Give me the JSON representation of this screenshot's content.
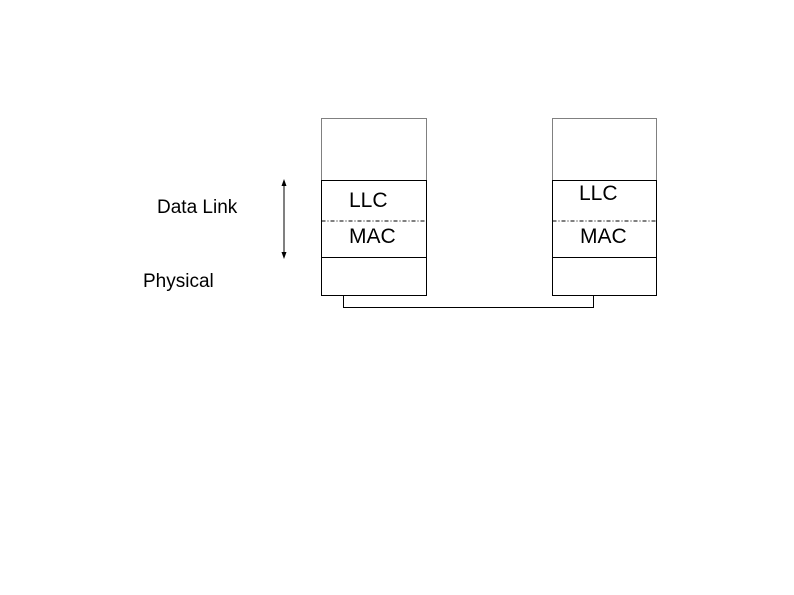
{
  "side_labels": {
    "data_link": "Data Link",
    "physical": "Physical"
  },
  "stacks": [
    {
      "llc_label": "LLC",
      "mac_label": "MAC"
    },
    {
      "llc_label": "LLC",
      "mac_label": "MAC"
    }
  ],
  "colors": {
    "line": "#000000",
    "background": "#ffffff"
  }
}
